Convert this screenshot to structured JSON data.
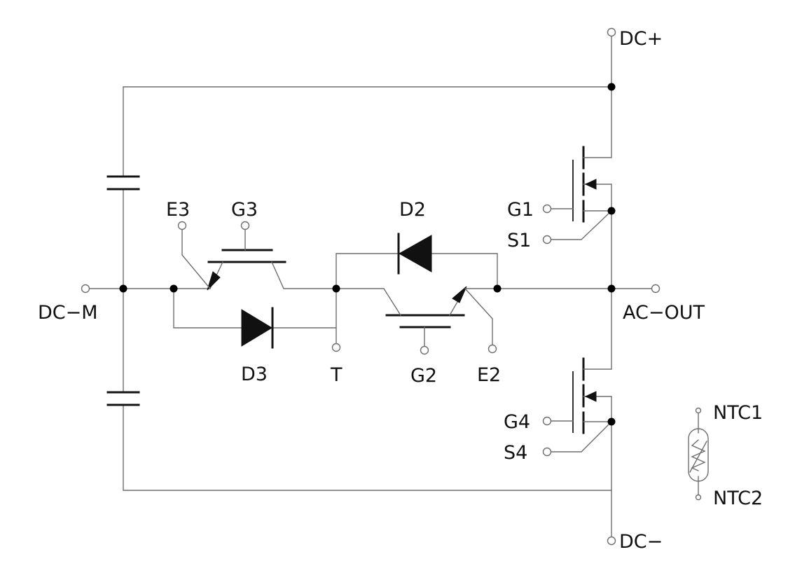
{
  "terminals": {
    "dc_plus": "DC+",
    "dc_minus": "DC−",
    "dc_m": "DC−M",
    "ac_out": "AC−OUT",
    "g1": "G1",
    "s1": "S1",
    "g4": "G4",
    "s4": "S4",
    "e3": "E3",
    "g3": "G3",
    "d2": "D2",
    "d3": "D3",
    "t": "T",
    "g2": "G2",
    "e2": "E2",
    "ntc1": "NTC1",
    "ntc2": "NTC2"
  },
  "colors": {
    "wire": "#6e6e6e",
    "symbol": "#111111",
    "background": "#ffffff"
  }
}
